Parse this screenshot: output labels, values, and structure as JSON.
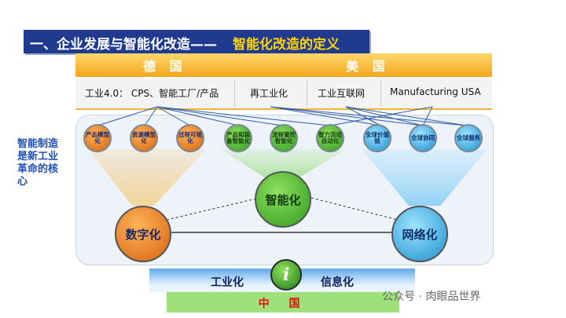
{
  "title": {
    "main": "一、企业发展与智能化改造——",
    "highlight": "智能化改造的定义"
  },
  "headers": {
    "germany": "德 国",
    "usa": "美 国"
  },
  "subheaders": [
    "工业4.0：  CPS、智能工厂/产品",
    "再工业化",
    "工业互联网",
    "Manufacturing USA"
  ],
  "side_text": "智能制造是新工业革命的核心",
  "small_circles": [
    {
      "label": "产品模型化",
      "color": "orange"
    },
    {
      "label": "资源模型化",
      "color": "orange"
    },
    {
      "label": "过程可视化",
      "color": "orange"
    },
    {
      "label": "产品和装备智能化",
      "color": "green"
    },
    {
      "label": "流程管控智能化",
      "color": "green"
    },
    {
      "label": "智力活动自动化",
      "color": "green"
    },
    {
      "label": "全球价值链",
      "color": "blue"
    },
    {
      "label": "全球协同",
      "color": "blue"
    },
    {
      "label": "全球服务",
      "color": "blue"
    }
  ],
  "big_circles": {
    "digital": "数字化",
    "smart": "智能化",
    "network": "网络化"
  },
  "bottom": {
    "industrial": "工业化",
    "informatization": "信息化",
    "badge": "i",
    "china": "中 国"
  },
  "watermark": "公众号 · 肉眼品世界",
  "colors": {
    "title_bg": "#1f3a8f",
    "highlight_text": "#ffd400",
    "header_bg": "#f5a51d",
    "orange": "#e07020",
    "green": "#3aa52a",
    "blue": "#1c8fcf",
    "china_text": "#e01010"
  }
}
